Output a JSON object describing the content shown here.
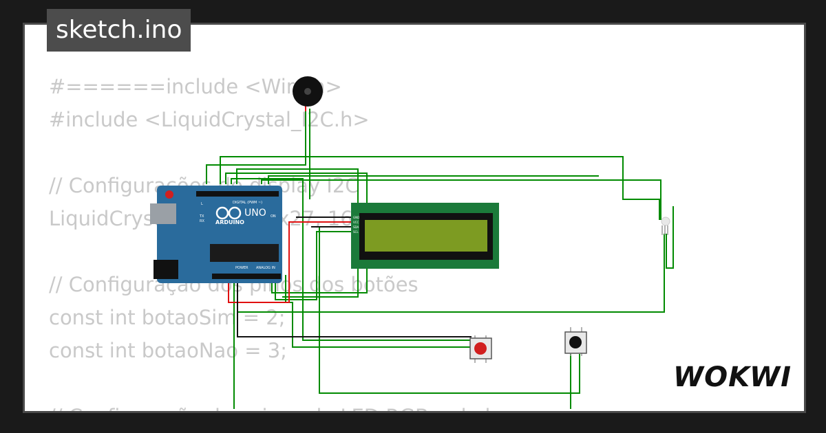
{
  "header": {
    "title": "sketch.ino"
  },
  "code": {
    "lines": [
      "#======include <Wire.h>",
      "#include <LiquidCrystal_I2C.h>",
      "",
      "// Configurações do display I2C",
      "LiquidCrystal_I2C lcd(0x27, 16, 2);",
      "",
      "// Configuração dos pinos dos botões",
      "const int botaoSim = 2;",
      "const int botaoNao = 3;",
      "",
      "// Configuração dos pinos do LED RGB e do buzzer"
    ]
  },
  "board": {
    "model": "UNO",
    "brand": "ARDUINO",
    "digital_label": "DIGITAL (PWM ~)",
    "power_label": "POWER",
    "analog_label": "ANALOG IN",
    "tx_label": "TX",
    "rx_label": "RX",
    "on_label": "ON",
    "l_label": "L"
  },
  "lcd": {
    "pins": [
      "GND",
      "VCC",
      "SDA",
      "SCL"
    ]
  },
  "brand": {
    "logo_text": "WOKWI"
  },
  "colors": {
    "wire_green": "#008a00",
    "wire_red": "#e01010",
    "wire_black": "#111111",
    "board_blue": "#2a6b9c",
    "lcd_green": "#1b7a3a",
    "lcd_screen": "#7d9b22",
    "button_red": "#d11f1f"
  }
}
